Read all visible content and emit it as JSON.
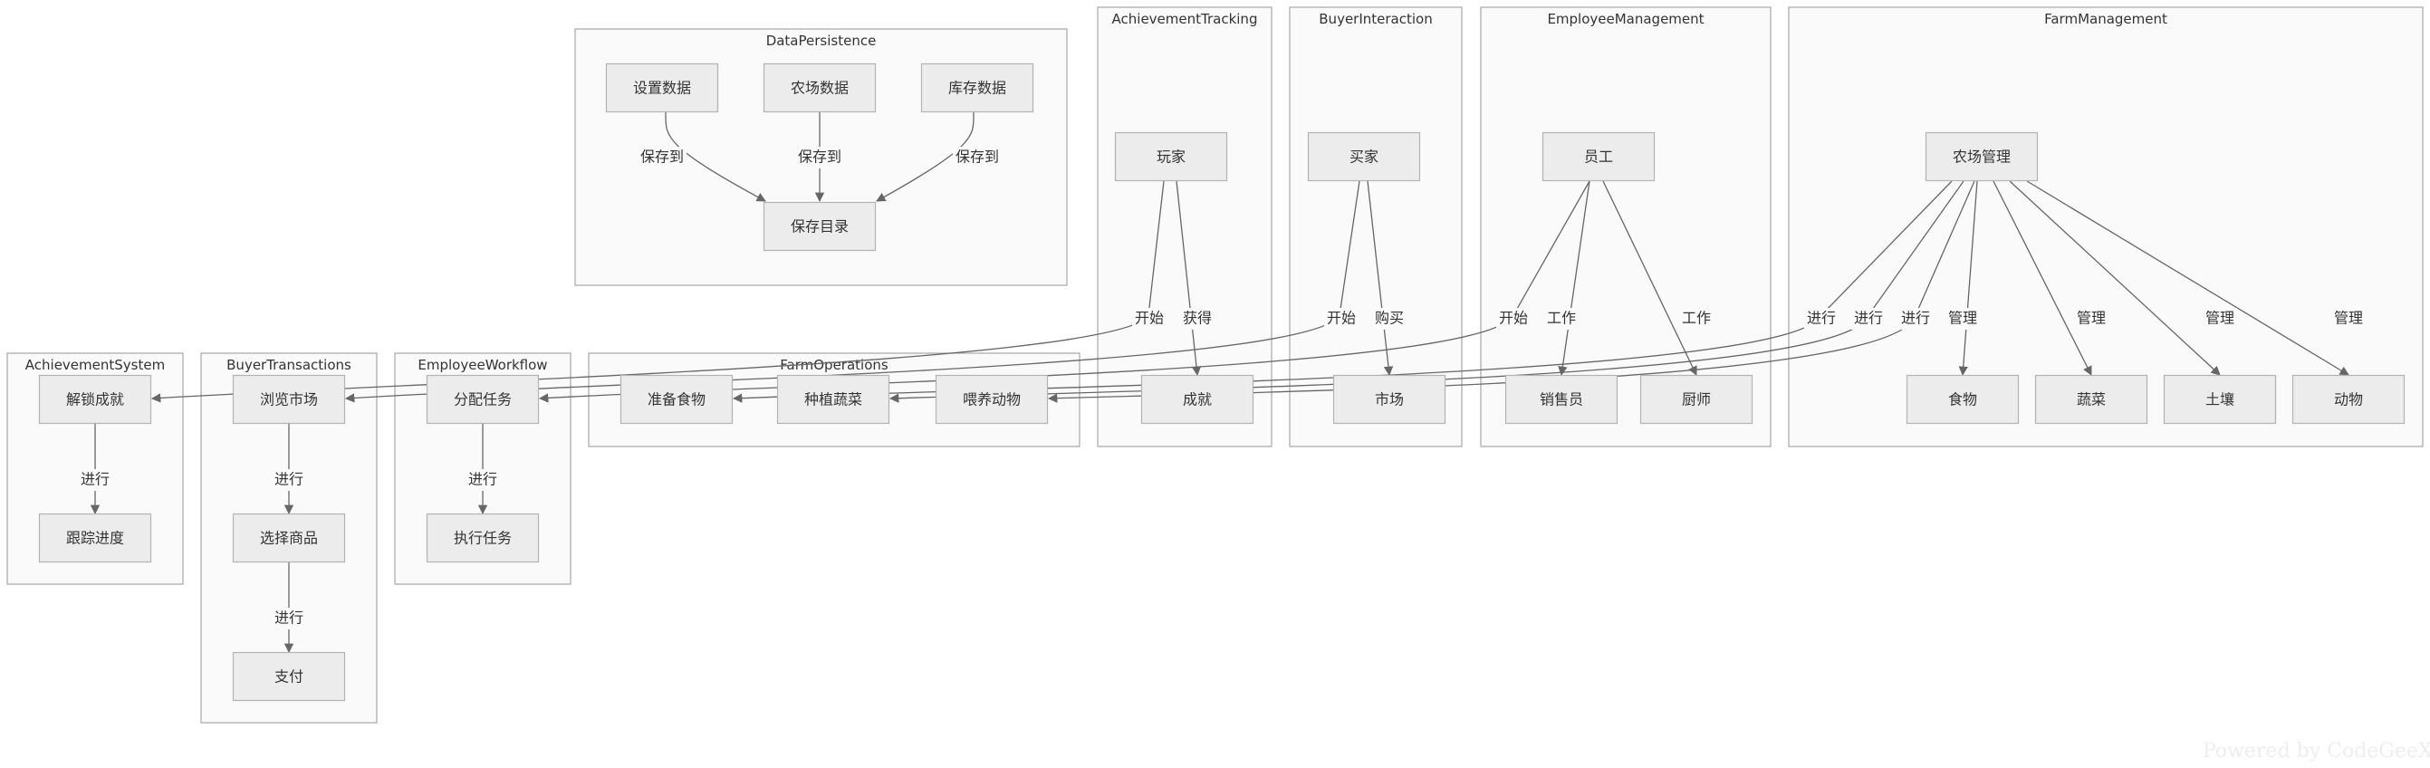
{
  "clusters": [
    {
      "id": "dp",
      "title": "DataPersistence"
    },
    {
      "id": "at",
      "title": "AchievementTracking"
    },
    {
      "id": "bi",
      "title": "BuyerInteraction"
    },
    {
      "id": "em",
      "title": "EmployeeManagement"
    },
    {
      "id": "fm",
      "title": "FarmManagement"
    },
    {
      "id": "as",
      "title": "AchievementSystem"
    },
    {
      "id": "bt",
      "title": "BuyerTransactions"
    },
    {
      "id": "ew",
      "title": "EmployeeWorkflow"
    },
    {
      "id": "fo",
      "title": "FarmOperations"
    }
  ],
  "nodes": [
    {
      "id": "shezhi",
      "label": "设置数据"
    },
    {
      "id": "nongchangdata",
      "label": "农场数据"
    },
    {
      "id": "kucun",
      "label": "库存数据"
    },
    {
      "id": "baocun",
      "label": "保存目录"
    },
    {
      "id": "wanjia",
      "label": "玩家"
    },
    {
      "id": "chengjiu",
      "label": "成就"
    },
    {
      "id": "maijia",
      "label": "买家"
    },
    {
      "id": "shichang",
      "label": "市场"
    },
    {
      "id": "yuangong",
      "label": "员工"
    },
    {
      "id": "xiaoshou",
      "label": "销售员"
    },
    {
      "id": "chushi",
      "label": "厨师"
    },
    {
      "id": "nongchangguanli",
      "label": "农场管理"
    },
    {
      "id": "shiwu",
      "label": "食物"
    },
    {
      "id": "shucai",
      "label": "蔬菜"
    },
    {
      "id": "turang",
      "label": "土壤"
    },
    {
      "id": "dongwu",
      "label": "动物"
    },
    {
      "id": "jiesuo",
      "label": "解锁成就"
    },
    {
      "id": "genzong",
      "label": "跟踪进度"
    },
    {
      "id": "liulan",
      "label": "浏览市场"
    },
    {
      "id": "xuanze",
      "label": "选择商品"
    },
    {
      "id": "zhifu",
      "label": "支付"
    },
    {
      "id": "fenpei",
      "label": "分配任务"
    },
    {
      "id": "zhixing",
      "label": "执行任务"
    },
    {
      "id": "zhunbei",
      "label": "准备食物"
    },
    {
      "id": "zhongzhi",
      "label": "种植蔬菜"
    },
    {
      "id": "weiyang",
      "label": "喂养动物"
    }
  ],
  "edges": [
    {
      "from": "shezhi",
      "to": "baocun",
      "label": "保存到"
    },
    {
      "from": "nongchangdata",
      "to": "baocun",
      "label": "保存到"
    },
    {
      "from": "kucun",
      "to": "baocun",
      "label": "保存到"
    },
    {
      "from": "wanjia",
      "to": "jiesuo",
      "label": "开始"
    },
    {
      "from": "wanjia",
      "to": "chengjiu",
      "label": "获得"
    },
    {
      "from": "maijia",
      "to": "liulan",
      "label": "开始"
    },
    {
      "from": "maijia",
      "to": "shichang",
      "label": "购买"
    },
    {
      "from": "yuangong",
      "to": "fenpei",
      "label": "开始"
    },
    {
      "from": "yuangong",
      "to": "xiaoshou",
      "label": "工作"
    },
    {
      "from": "yuangong",
      "to": "chushi",
      "label": "工作"
    },
    {
      "from": "nongchangguanli",
      "to": "zhunbei",
      "label": "进行"
    },
    {
      "from": "nongchangguanli",
      "to": "zhongzhi",
      "label": "进行"
    },
    {
      "from": "nongchangguanli",
      "to": "weiyang",
      "label": "进行"
    },
    {
      "from": "nongchangguanli",
      "to": "shiwu",
      "label": "管理"
    },
    {
      "from": "nongchangguanli",
      "to": "shucai",
      "label": "管理"
    },
    {
      "from": "nongchangguanli",
      "to": "turang",
      "label": "管理"
    },
    {
      "from": "nongchangguanli",
      "to": "dongwu",
      "label": "管理"
    },
    {
      "from": "jiesuo",
      "to": "genzong",
      "label": "进行"
    },
    {
      "from": "liulan",
      "to": "xuanze",
      "label": "进行"
    },
    {
      "from": "xuanze",
      "to": "zhifu",
      "label": "进行"
    },
    {
      "from": "fenpei",
      "to": "zhixing",
      "label": "进行"
    }
  ],
  "watermark": "Powered by CodeGeeX"
}
